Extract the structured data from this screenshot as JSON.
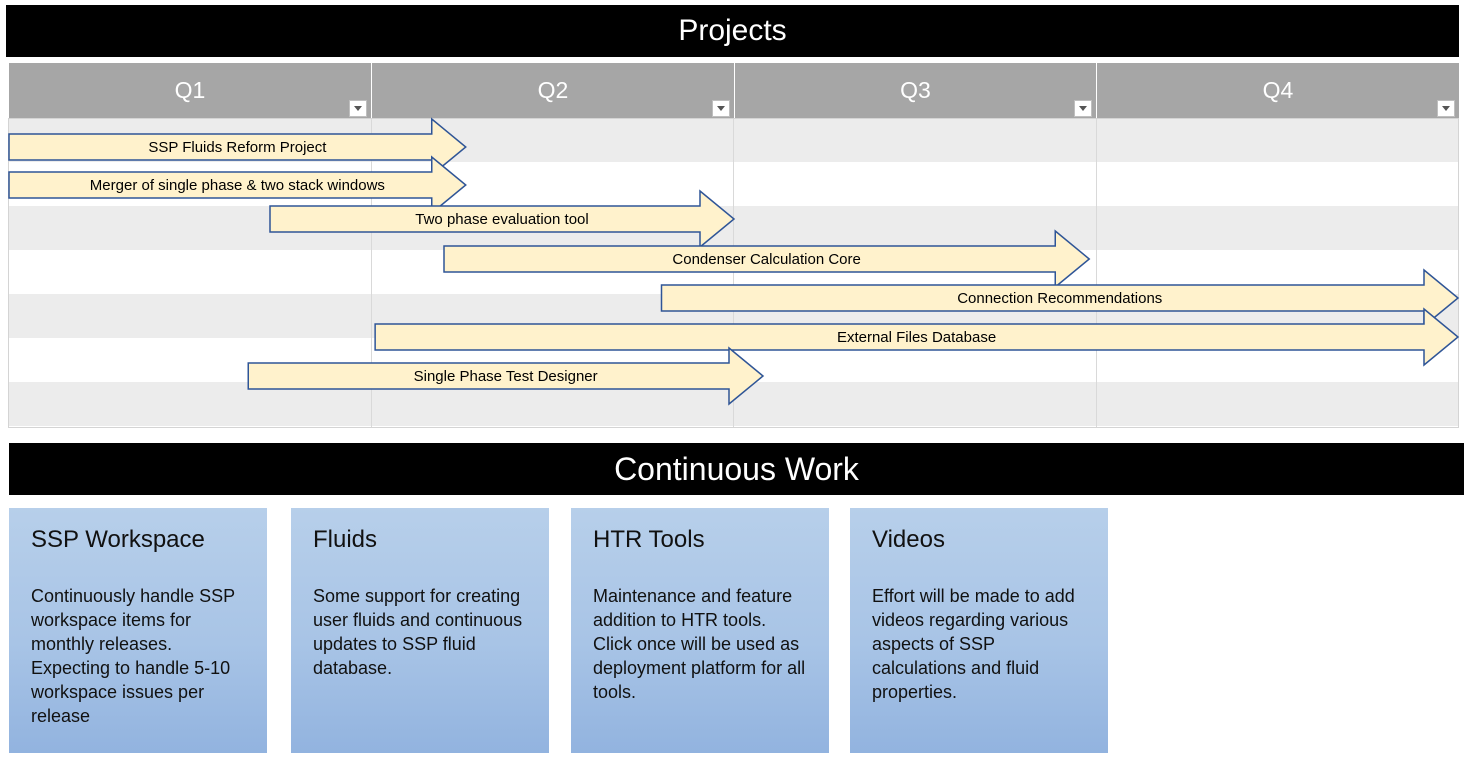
{
  "projects": {
    "title": "Projects",
    "quarters": [
      "Q1",
      "Q2",
      "Q3",
      "Q4"
    ],
    "tasks": [
      {
        "label": "SSP Fluids Reform Project",
        "start_quarter": 0.0,
        "end_quarter": 1.26
      },
      {
        "label": "Merger of single phase & two stack windows",
        "start_quarter": 0.0,
        "end_quarter": 1.26
      },
      {
        "label": "Two phase evaluation tool",
        "start_quarter": 0.72,
        "end_quarter": 2.0
      },
      {
        "label": "Condenser Calculation Core",
        "start_quarter": 1.2,
        "end_quarter": 2.98
      },
      {
        "label": "Connection Recommendations",
        "start_quarter": 1.8,
        "end_quarter": 4.0
      },
      {
        "label": "External Files Database",
        "start_quarter": 1.01,
        "end_quarter": 4.0
      },
      {
        "label": "Single Phase Test Designer",
        "start_quarter": 0.66,
        "end_quarter": 2.08
      }
    ]
  },
  "continuous": {
    "title": "Continuous Work",
    "cards": [
      {
        "title": "SSP Workspace",
        "body": "Continuously handle SSP workspace items for monthly releases. Expecting to handle 5-10 workspace issues per release"
      },
      {
        "title": "Fluids",
        "body": "Some support for creating user fluids and continuous updates to SSP fluid database."
      },
      {
        "title": "HTR Tools",
        "body": "Maintenance and feature addition to HTR tools. Click once will be used as deployment platform for all tools."
      },
      {
        "title": "Videos",
        "body": "Effort will be made to add videos regarding various aspects of SSP calculations and fluid properties."
      }
    ]
  },
  "colors": {
    "banner": "#000000",
    "header": "#a6a6a6",
    "arrow_fill": "#fff2cc",
    "arrow_stroke": "#2f5597",
    "card": "#a8c4e6"
  }
}
